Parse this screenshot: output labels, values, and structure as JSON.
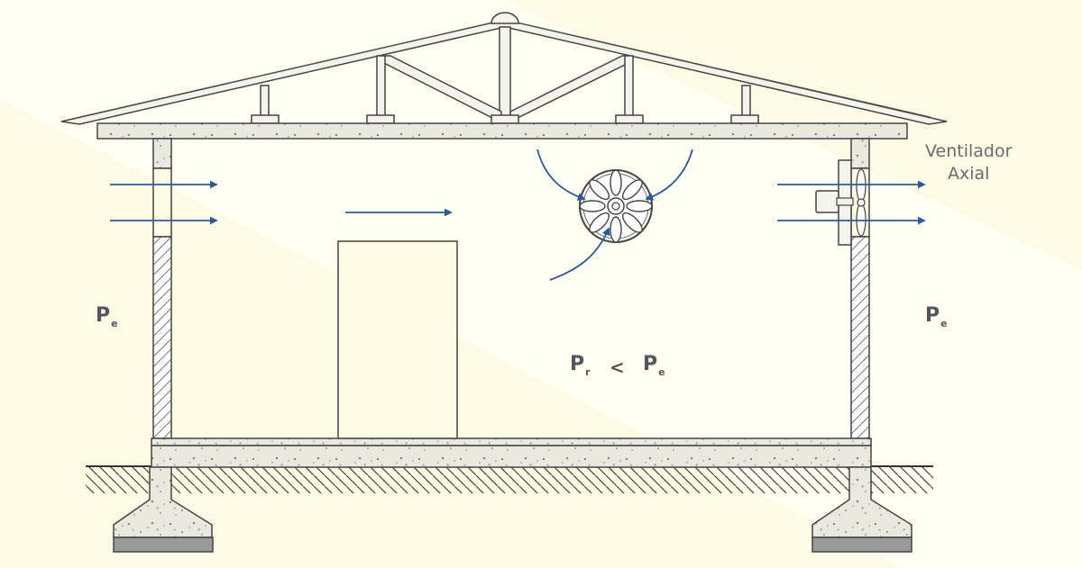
{
  "labels": {
    "fan_line1": "Ventilador",
    "fan_line2": "Axial",
    "p_letter": "P",
    "sub_external": "e",
    "sub_room": "r",
    "less_than": "<"
  },
  "colors": {
    "background": "#fdfbe3",
    "background_band": "#fffff2",
    "arrow": "#2a5aa4",
    "line": "#4a4a4a",
    "concrete": "#e9e9e0",
    "footing_base": "#9a9a9a",
    "text": "#55555f"
  }
}
